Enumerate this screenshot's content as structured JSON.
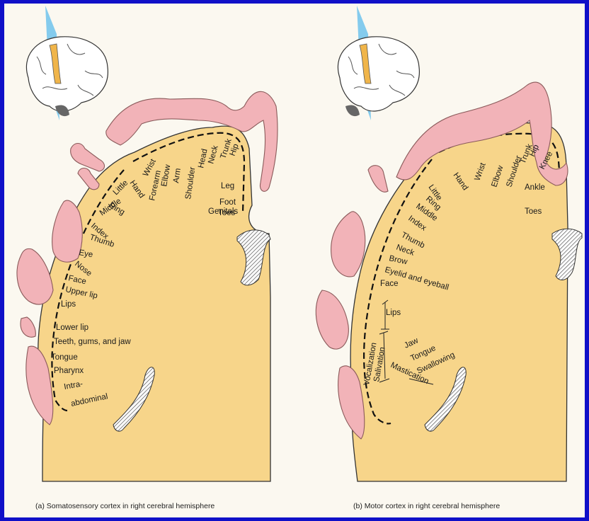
{
  "panels": [
    {
      "caption": "(a) Somatosensory cortex in right cerebral hemisphere",
      "labels": [
        "Hip",
        "Trunk",
        "Neck",
        "Head",
        "Shoulder",
        "Arm",
        "Elbow",
        "Forearm",
        "Wrist",
        "Hand",
        "Little",
        "Ring",
        "Middle",
        "Index",
        "Thumb",
        "Eye",
        "Nose",
        "Face",
        "Upper lip",
        "Lips",
        "Lower lip",
        "Teeth, gums, and jaw",
        "Tongue",
        "Pharynx",
        "Intra-",
        "abdominal",
        "Leg",
        "Foot",
        "Toes",
        "Genitals"
      ]
    },
    {
      "caption": "(b) Motor cortex in right cerebral hemisphere",
      "labels": [
        "Knee",
        "Hip",
        "Trunk",
        "Shoulder",
        "Elbow",
        "Wrist",
        "Hand",
        "Little",
        "Ring",
        "Middle",
        "Index",
        "Thumb",
        "Neck",
        "Brow",
        "Eyelid and eyeball",
        "Face",
        "Lips",
        "Jaw",
        "Tongue",
        "Swallowing",
        "Mastication",
        "Salivation",
        "Vocalization",
        "Ankle",
        "Toes"
      ]
    }
  ],
  "colors": {
    "border": "#1010c8",
    "background": "#fbf8f0",
    "cortex": "#f7d58a",
    "homunculus": "#f2b3b8",
    "plane": "#6fc3ec",
    "highlight": "#f0b54a"
  }
}
